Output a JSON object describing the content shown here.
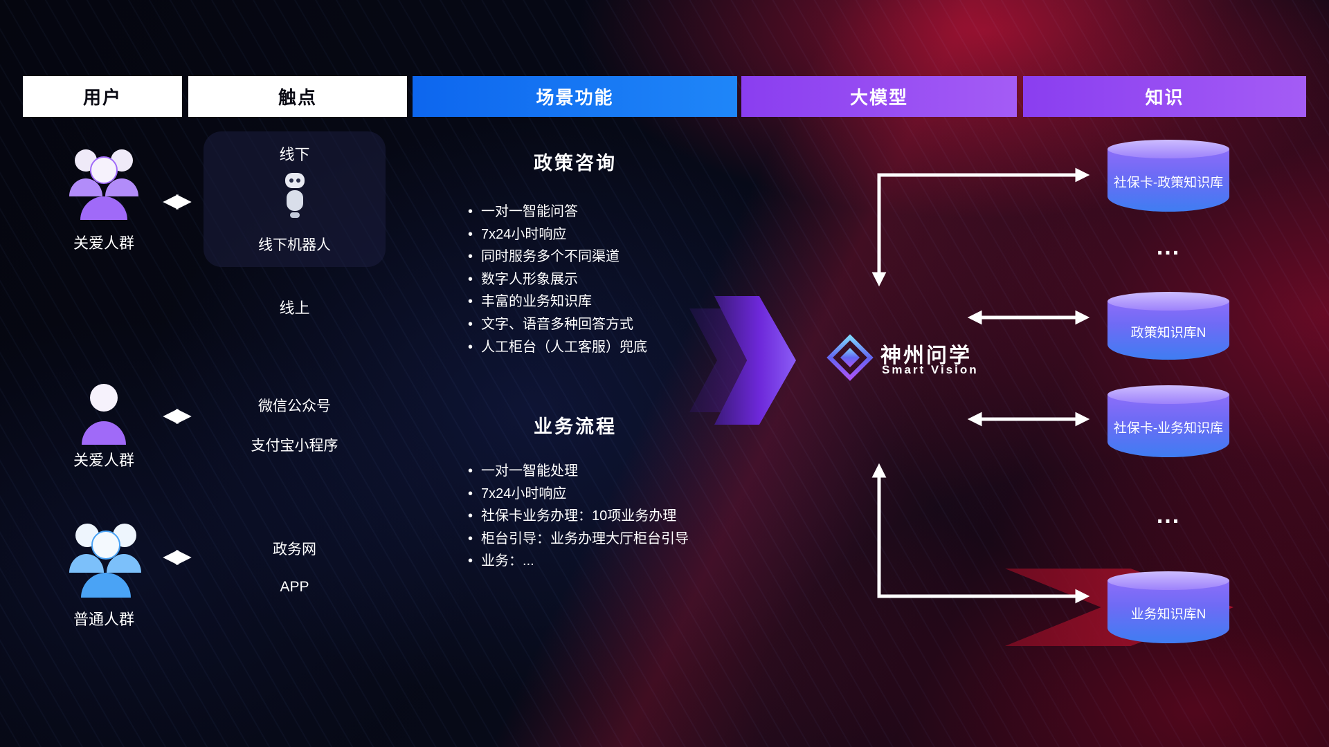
{
  "headers": [
    {
      "label": "用户"
    },
    {
      "label": "触点"
    },
    {
      "label": "场景功能"
    },
    {
      "label": "大模型"
    },
    {
      "label": "知识"
    }
  ],
  "users": [
    {
      "label": "关爱人群"
    },
    {
      "label": "关爱人群"
    },
    {
      "label": "普通人群"
    }
  ],
  "touchpoints": {
    "offline_title": "线下",
    "offline_robot": "线下机器人",
    "online_title": "线上",
    "channels": [
      "微信公众号",
      "支付宝小程序",
      "政务网",
      "APP"
    ]
  },
  "scenarios": {
    "policy": {
      "title": "政策咨询",
      "items": [
        "一对一智能问答",
        "7x24小时响应",
        "同时服务多个不同渠道",
        "数字人形象展示",
        "丰富的业务知识库",
        "文字、语音多种回答方式",
        "人工柜台（人工客服）兜底"
      ]
    },
    "business": {
      "title": "业务流程",
      "items": [
        "一对一智能处理",
        "7x24小时响应",
        "社保卡业务办理：10项业务办理",
        "柜台引导：业务办理大厅柜台引导",
        "业务：..."
      ]
    }
  },
  "model": {
    "name": "神州问学",
    "subtitle": "Smart Vision"
  },
  "knowledge": {
    "db1": "社保卡-政策知识库",
    "ellipsis1": "...",
    "db2": "政策知识库N",
    "db3": "社保卡-业务知识库",
    "ellipsis2": "...",
    "db4": "业务知识库N"
  },
  "icons": {
    "user_group": "group-silhouette",
    "user_single": "person-silhouette",
    "robot": "service-robot",
    "logo": "faceted-diamond",
    "database": "cylinder",
    "connector": "double-headed-arrow"
  },
  "colors": {
    "header_blue": "#1372f5",
    "header_purple": "#9a4cf2",
    "accent_purple": "#a06af8",
    "accent_blue": "#4aa3f5",
    "cylinder_top": "#cdbcff",
    "cylinder_body_start": "#8d6ef9",
    "cylinder_body_end": "#3f7df2",
    "background_red": "#b5122e",
    "background_dark": "#05060f"
  }
}
